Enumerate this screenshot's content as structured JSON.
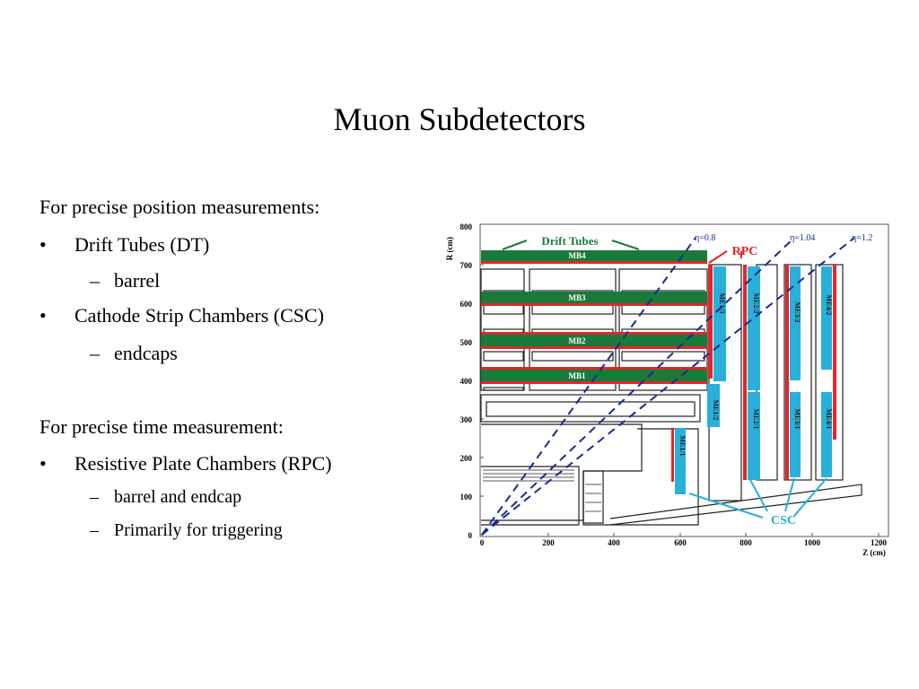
{
  "slide": {
    "title": "Muon Subdetectors",
    "bullet_char": "•",
    "dash_char": "–",
    "section1": "For precise position measurements:",
    "item_dt": "Drift Tubes (DT)",
    "item_barrel": "barrel",
    "item_csc": "Cathode Strip Chambers (CSC)",
    "item_endcaps": "endcaps",
    "section2": "For precise time measurement:",
    "item_rpc": "Resistive Plate Chambers (RPC)",
    "item_barrel_endcap": "barrel and endcap",
    "item_trigger": "Primarily for triggering"
  },
  "figure": {
    "y_axis_label": "R (cm)",
    "x_axis_label": "Z (cm)",
    "y_ticks": [
      "0",
      "100",
      "200",
      "300",
      "400",
      "500",
      "600",
      "700",
      "800"
    ],
    "x_ticks": [
      "0",
      "200",
      "400",
      "600",
      "800",
      "1000",
      "1200"
    ],
    "label_drift_tubes": "Drift Tubes",
    "label_rpc": "RPC",
    "label_csc": "CSC",
    "mb_stations": [
      "MB4",
      "MB3",
      "MB2",
      "MB1"
    ],
    "me_chambers": [
      "ME1/3",
      "ME2/2",
      "ME3/2",
      "ME4/2",
      "ME1/2",
      "ME2/1",
      "ME3/1",
      "ME4/1",
      "ME1/1"
    ],
    "eta_lines": [
      "η=0.8",
      "η=1.04",
      "η=1.2"
    ],
    "colors": {
      "drift_tubes": "#1a7a3a",
      "rpc": "#e0262b",
      "csc": "#29b0d9",
      "eta": "#1a2a8a"
    }
  }
}
